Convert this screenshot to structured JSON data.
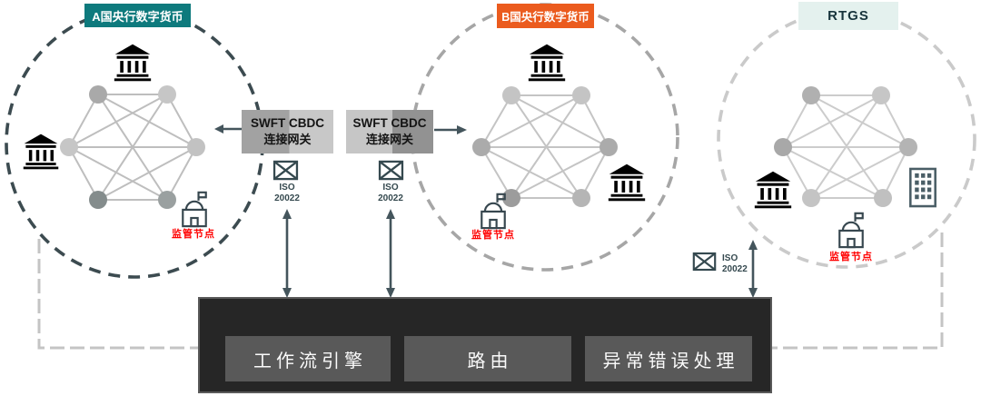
{
  "clusters": [
    {
      "label": "A国央行数字货币",
      "badge_bg": "#0E7A7D",
      "regulator_label": "监管节点"
    },
    {
      "label": "B国央行数字货币",
      "badge_bg": "#EB5B1E",
      "regulator_label": "监管节点"
    },
    {
      "label": "RTGS",
      "badge_bg": "#E4F1EE",
      "regulator_label": "监管节点"
    }
  ],
  "gateways": [
    {
      "line1": "SWFT CBDC",
      "line2": "连接网关"
    },
    {
      "line1": "SWFT CBDC",
      "line2": "连接网关"
    }
  ],
  "iso_labels": [
    {
      "line1": "ISO",
      "line2": "20022"
    },
    {
      "line1": "ISO",
      "line2": "20022"
    },
    {
      "line1": "ISO",
      "line2": "20022"
    }
  ],
  "engine": {
    "modules": [
      {
        "label": "工作流引擎"
      },
      {
        "label": "路由"
      },
      {
        "label": "异常错误处理"
      }
    ]
  },
  "icons": {
    "bank": "bank-icon",
    "government": "government-flag-icon",
    "office": "office-building-icon",
    "envelope": "iso20022-envelope-icon"
  },
  "colors": {
    "teal_badge": "#0E7A7D",
    "orange_badge": "#EB5B1E",
    "rtgs_badge_bg": "#E4F1EE",
    "dark_slate": "#37474F",
    "regulator_red": "#FF0000",
    "engine_bg": "#262626",
    "module_bg": "#595959",
    "network_edge": "#BEBEBE",
    "connector_gray": "#C4C4C4"
  }
}
